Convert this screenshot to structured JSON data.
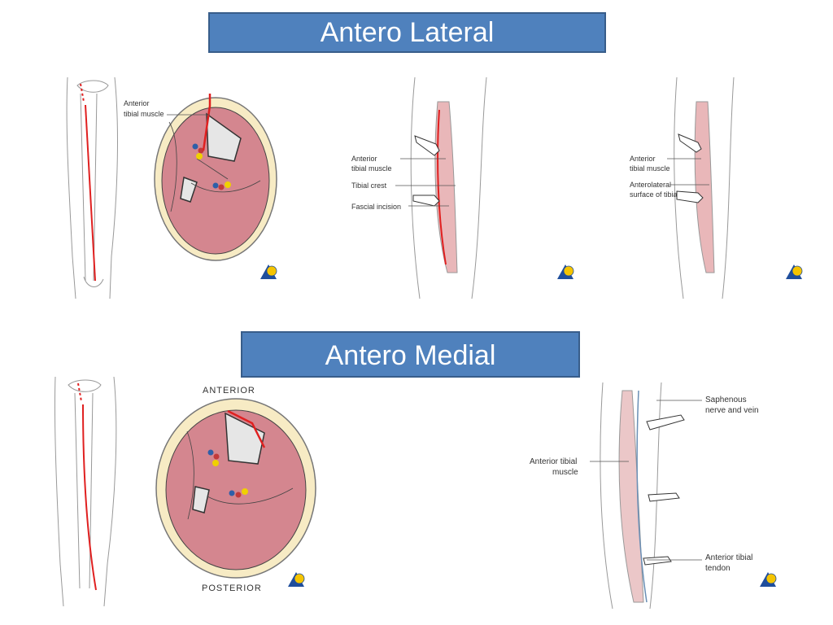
{
  "titles": {
    "antero_lateral": "Antero Lateral",
    "antero_medial": "Antero Medial"
  },
  "labels": {
    "lat_cross_anterior_tibial_l1": "Anterior",
    "lat_cross_anterior_tibial_l2": "tibial muscle",
    "lat_view2_anterior_l1": "Anterior",
    "lat_view2_anterior_l2": "tibial muscle",
    "lat_view2_tibial_crest": "Tibial crest",
    "lat_view2_fascial_incision": "Fascial incision",
    "lat_view3_anterior_l1": "Anterior",
    "lat_view3_anterior_l2": "tibial muscle",
    "lat_view3_anterolateral_l1": "Anterolateral",
    "lat_view3_anterolateral_l2": "surface of tibia",
    "med_cross_anterior": "ANTERIOR",
    "med_cross_posterior": "POSTERIOR",
    "med_view_saphenous_l1": "Saphenous",
    "med_view_saphenous_l2": "nerve and vein",
    "med_view_ant_tibial_muscle_l1": "Anterior tibial",
    "med_view_ant_tibial_muscle_l2": "muscle",
    "med_view_ant_tibial_tendon_l1": "Anterior tibial",
    "med_view_ant_tibial_tendon_l2": "tendon"
  },
  "colors": {
    "title_fill": "#4f81bd",
    "muscle": "#d4868f",
    "fat": "#f7ebc4",
    "incision": "#e02020",
    "logo_blue": "#1f4e9c",
    "logo_yellow": "#f5c400"
  },
  "icons": [
    "ao-logo-icon"
  ]
}
